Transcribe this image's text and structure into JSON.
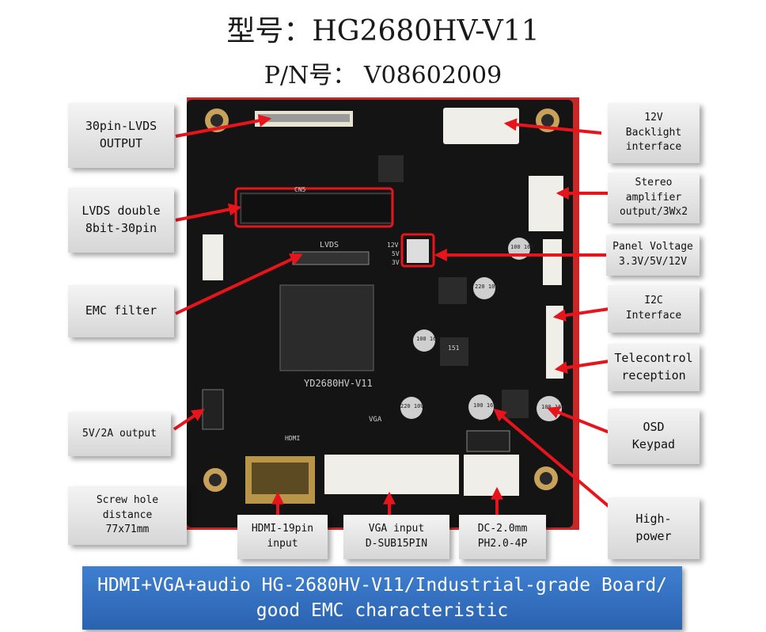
{
  "header": {
    "model_line": "型号：HG2680HV-V11",
    "pn_line": "P/N号： V08602009"
  },
  "board": {
    "silk_model": "YD2680HV-V11",
    "silk_lvds": "LVDS",
    "silk_vga": "VGA",
    "silk_hdmi": "HDMI",
    "silk_12v": "12V",
    "silk_5v": "5V",
    "silk_3v": "3V",
    "silk_cn5": "CN5",
    "cap_1": "220 10V",
    "cap_2": "220 10V",
    "cap_3": "100 16V",
    "cap_4": "100 16V",
    "cap_5": "100 16V",
    "cap_6": "100 16V",
    "inductor": "151"
  },
  "labels": {
    "lvds_output": "30pin-LVDS\nOUTPUT",
    "lvds_double": "LVDS double\n8bit-30pin",
    "emc_filter": "EMC filter",
    "out_5v": "5V/2A output",
    "screw_hole": "Screw hole\ndistance\n77x71mm",
    "hdmi": "HDMI-19pin\ninput",
    "vga": "VGA input\nD-SUB15PIN",
    "dc": "DC-2.0mm\nPH2.0-4P",
    "backlight": "12V\nBacklight\ninterface",
    "stereo": "Stereo\namplifier\noutput/3Wx2",
    "panel_voltage": "Panel Voltage\n3.3V/5V/12V",
    "i2c": "I2C\nInterface",
    "telecontrol": "Telecontrol\nreception",
    "osd": "OSD\nKeypad",
    "high_power": "High-\npower"
  },
  "banner": "HDMI+VGA+audio HG-2680HV-V11/Industrial-grade Board/\ngood EMC characteristic",
  "colors": {
    "arrow": "#e8141c",
    "pcb": "#141414",
    "board_bg": "#c62828",
    "banner": "#2f6cbf"
  }
}
